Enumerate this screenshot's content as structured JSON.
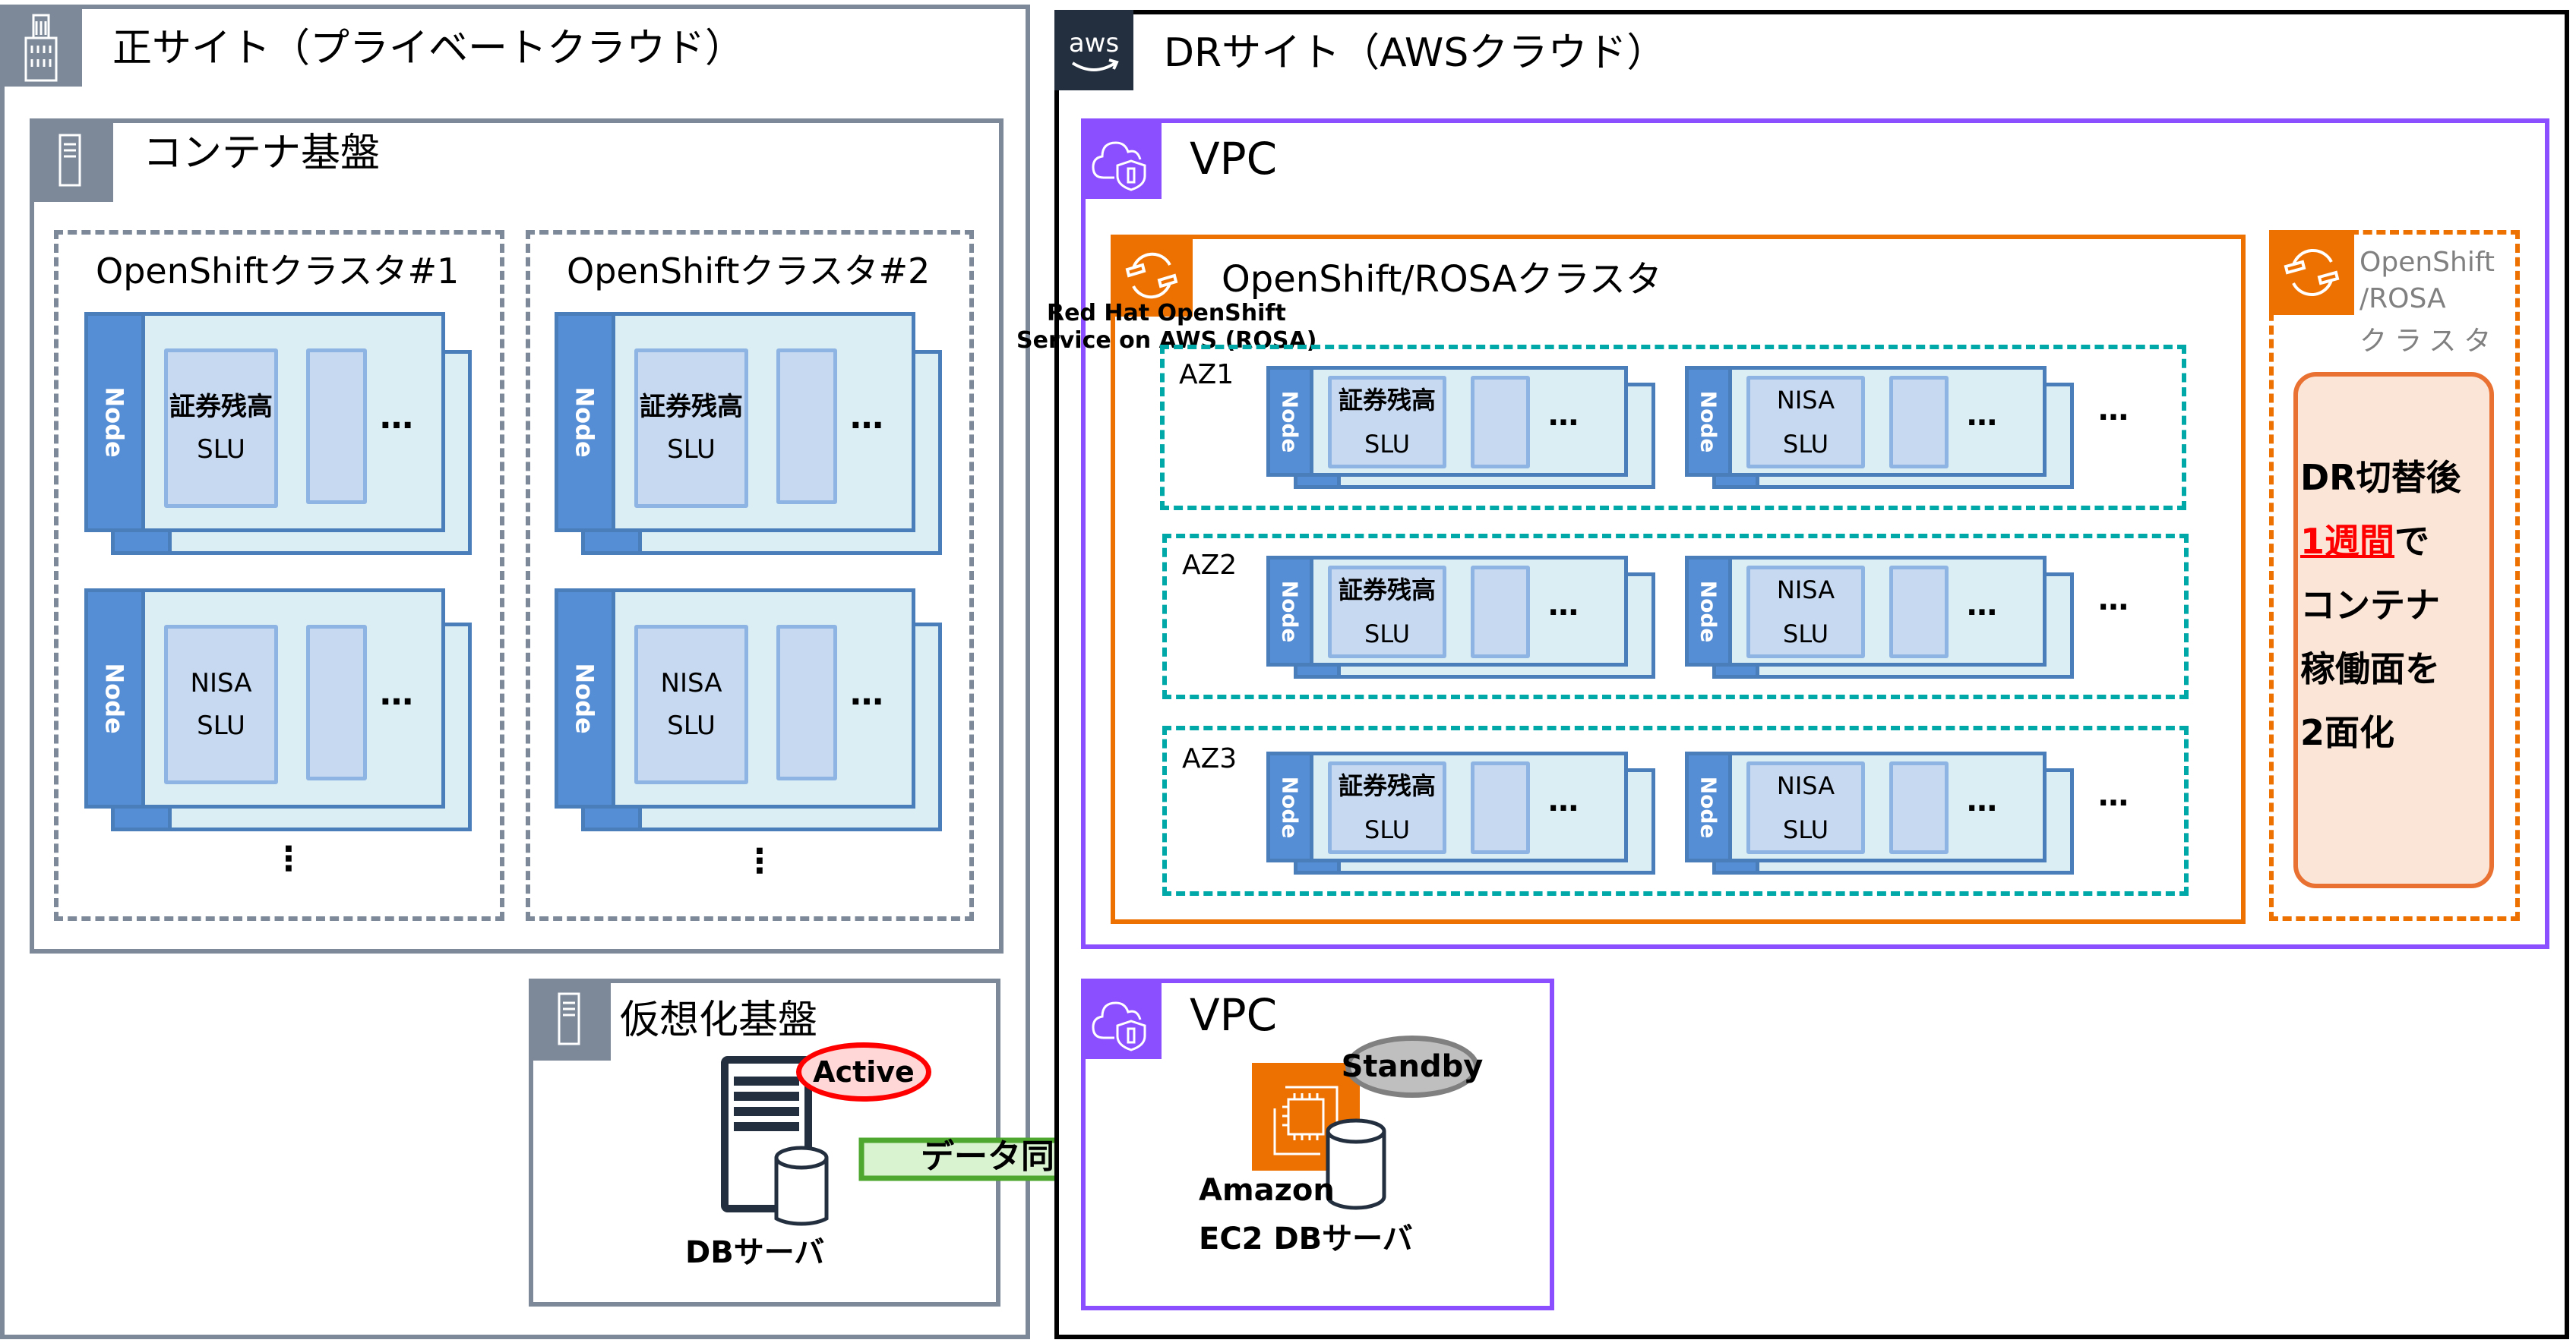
{
  "primary_site": {
    "title": "正サイト（プライベートクラウド）",
    "icon": "building-icon",
    "container_platform": {
      "title": "コンテナ基盤",
      "icon": "server-icon",
      "clusters": [
        {
          "title": "OpenShiftクラスタ#1",
          "nodes": [
            {
              "node_label": "Node",
              "app_name": "証券残高",
              "app_type": "SLU",
              "more": "…"
            },
            {
              "node_label": "Node",
              "app_name": "NISA",
              "app_type": "SLU",
              "more": "…"
            }
          ],
          "more_nodes": "⋮"
        },
        {
          "title": "OpenShiftクラスタ#2",
          "nodes": [
            {
              "node_label": "Node",
              "app_name": "証券残高",
              "app_type": "SLU",
              "more": "…"
            },
            {
              "node_label": "Node",
              "app_name": "NISA",
              "app_type": "SLU",
              "more": "…"
            }
          ],
          "more_nodes": "⋮"
        }
      ]
    },
    "virtualization": {
      "title": "仮想化基盤",
      "icon": "server-icon",
      "db_server_label": "DBサーバ",
      "status": "Active"
    }
  },
  "sync_arrow": {
    "label": "データ同期"
  },
  "dr_site": {
    "title": "DRサイト（AWSクラウド）",
    "icon": "aws-logo-icon",
    "aws_logo_text": "aws",
    "vpc_main": {
      "title": "VPC",
      "icon": "vpc-cloud-shield-icon",
      "rosa_cluster": {
        "title": "OpenShift/ROSAクラスタ",
        "icon": "openshift-icon",
        "icon_caption_line1": "Red Hat OpenShift",
        "icon_caption_line2": "Service on AWS (ROSA)",
        "zones": [
          {
            "label": "AZ1",
            "nodes": [
              {
                "node_label": "Node",
                "app_name": "証券残高",
                "app_type": "SLU",
                "more": "…"
              },
              {
                "node_label": "Node",
                "app_name": "NISA",
                "app_type": "SLU",
                "more": "…"
              }
            ],
            "more_nodes": "…"
          },
          {
            "label": "AZ2",
            "nodes": [
              {
                "node_label": "Node",
                "app_name": "証券残高",
                "app_type": "SLU",
                "more": "…"
              },
              {
                "node_label": "Node",
                "app_name": "NISA",
                "app_type": "SLU",
                "more": "…"
              }
            ],
            "more_nodes": "…"
          },
          {
            "label": "AZ3",
            "nodes": [
              {
                "node_label": "Node",
                "app_name": "証券残高",
                "app_type": "SLU",
                "more": "…"
              },
              {
                "node_label": "Node",
                "app_name": "NISA",
                "app_type": "SLU",
                "more": "…"
              }
            ],
            "more_nodes": "…"
          }
        ]
      },
      "future_cluster": {
        "title_line1": "OpenShift",
        "title_line2": "/ROSA",
        "title_line3": "クラスタ",
        "icon": "openshift-icon",
        "note": {
          "line1": "DR切替後",
          "line2_highlight": "1週間",
          "line2_rest": "で",
          "line3": "コンテナ",
          "line4": "稼働面を",
          "line5": "2面化"
        }
      }
    },
    "vpc_db": {
      "title": "VPC",
      "icon": "vpc-cloud-shield-icon",
      "ec2_label_line1": "Amazon",
      "ec2_label_line2": "EC2 DBサーバ",
      "status": "Standby"
    }
  },
  "colors": {
    "grey_border": "#7d8998",
    "aws_dark": "#232f3e",
    "vpc_purple": "#8c4fff",
    "rosa_orange": "#ed7100",
    "az_teal": "#01a8a8",
    "node_blue": "#558ed5",
    "pod_fill": "#c6d9f1",
    "active_red": "#ff0000",
    "standby_grey": "#808080",
    "arrow_green": "#4ea72e"
  }
}
